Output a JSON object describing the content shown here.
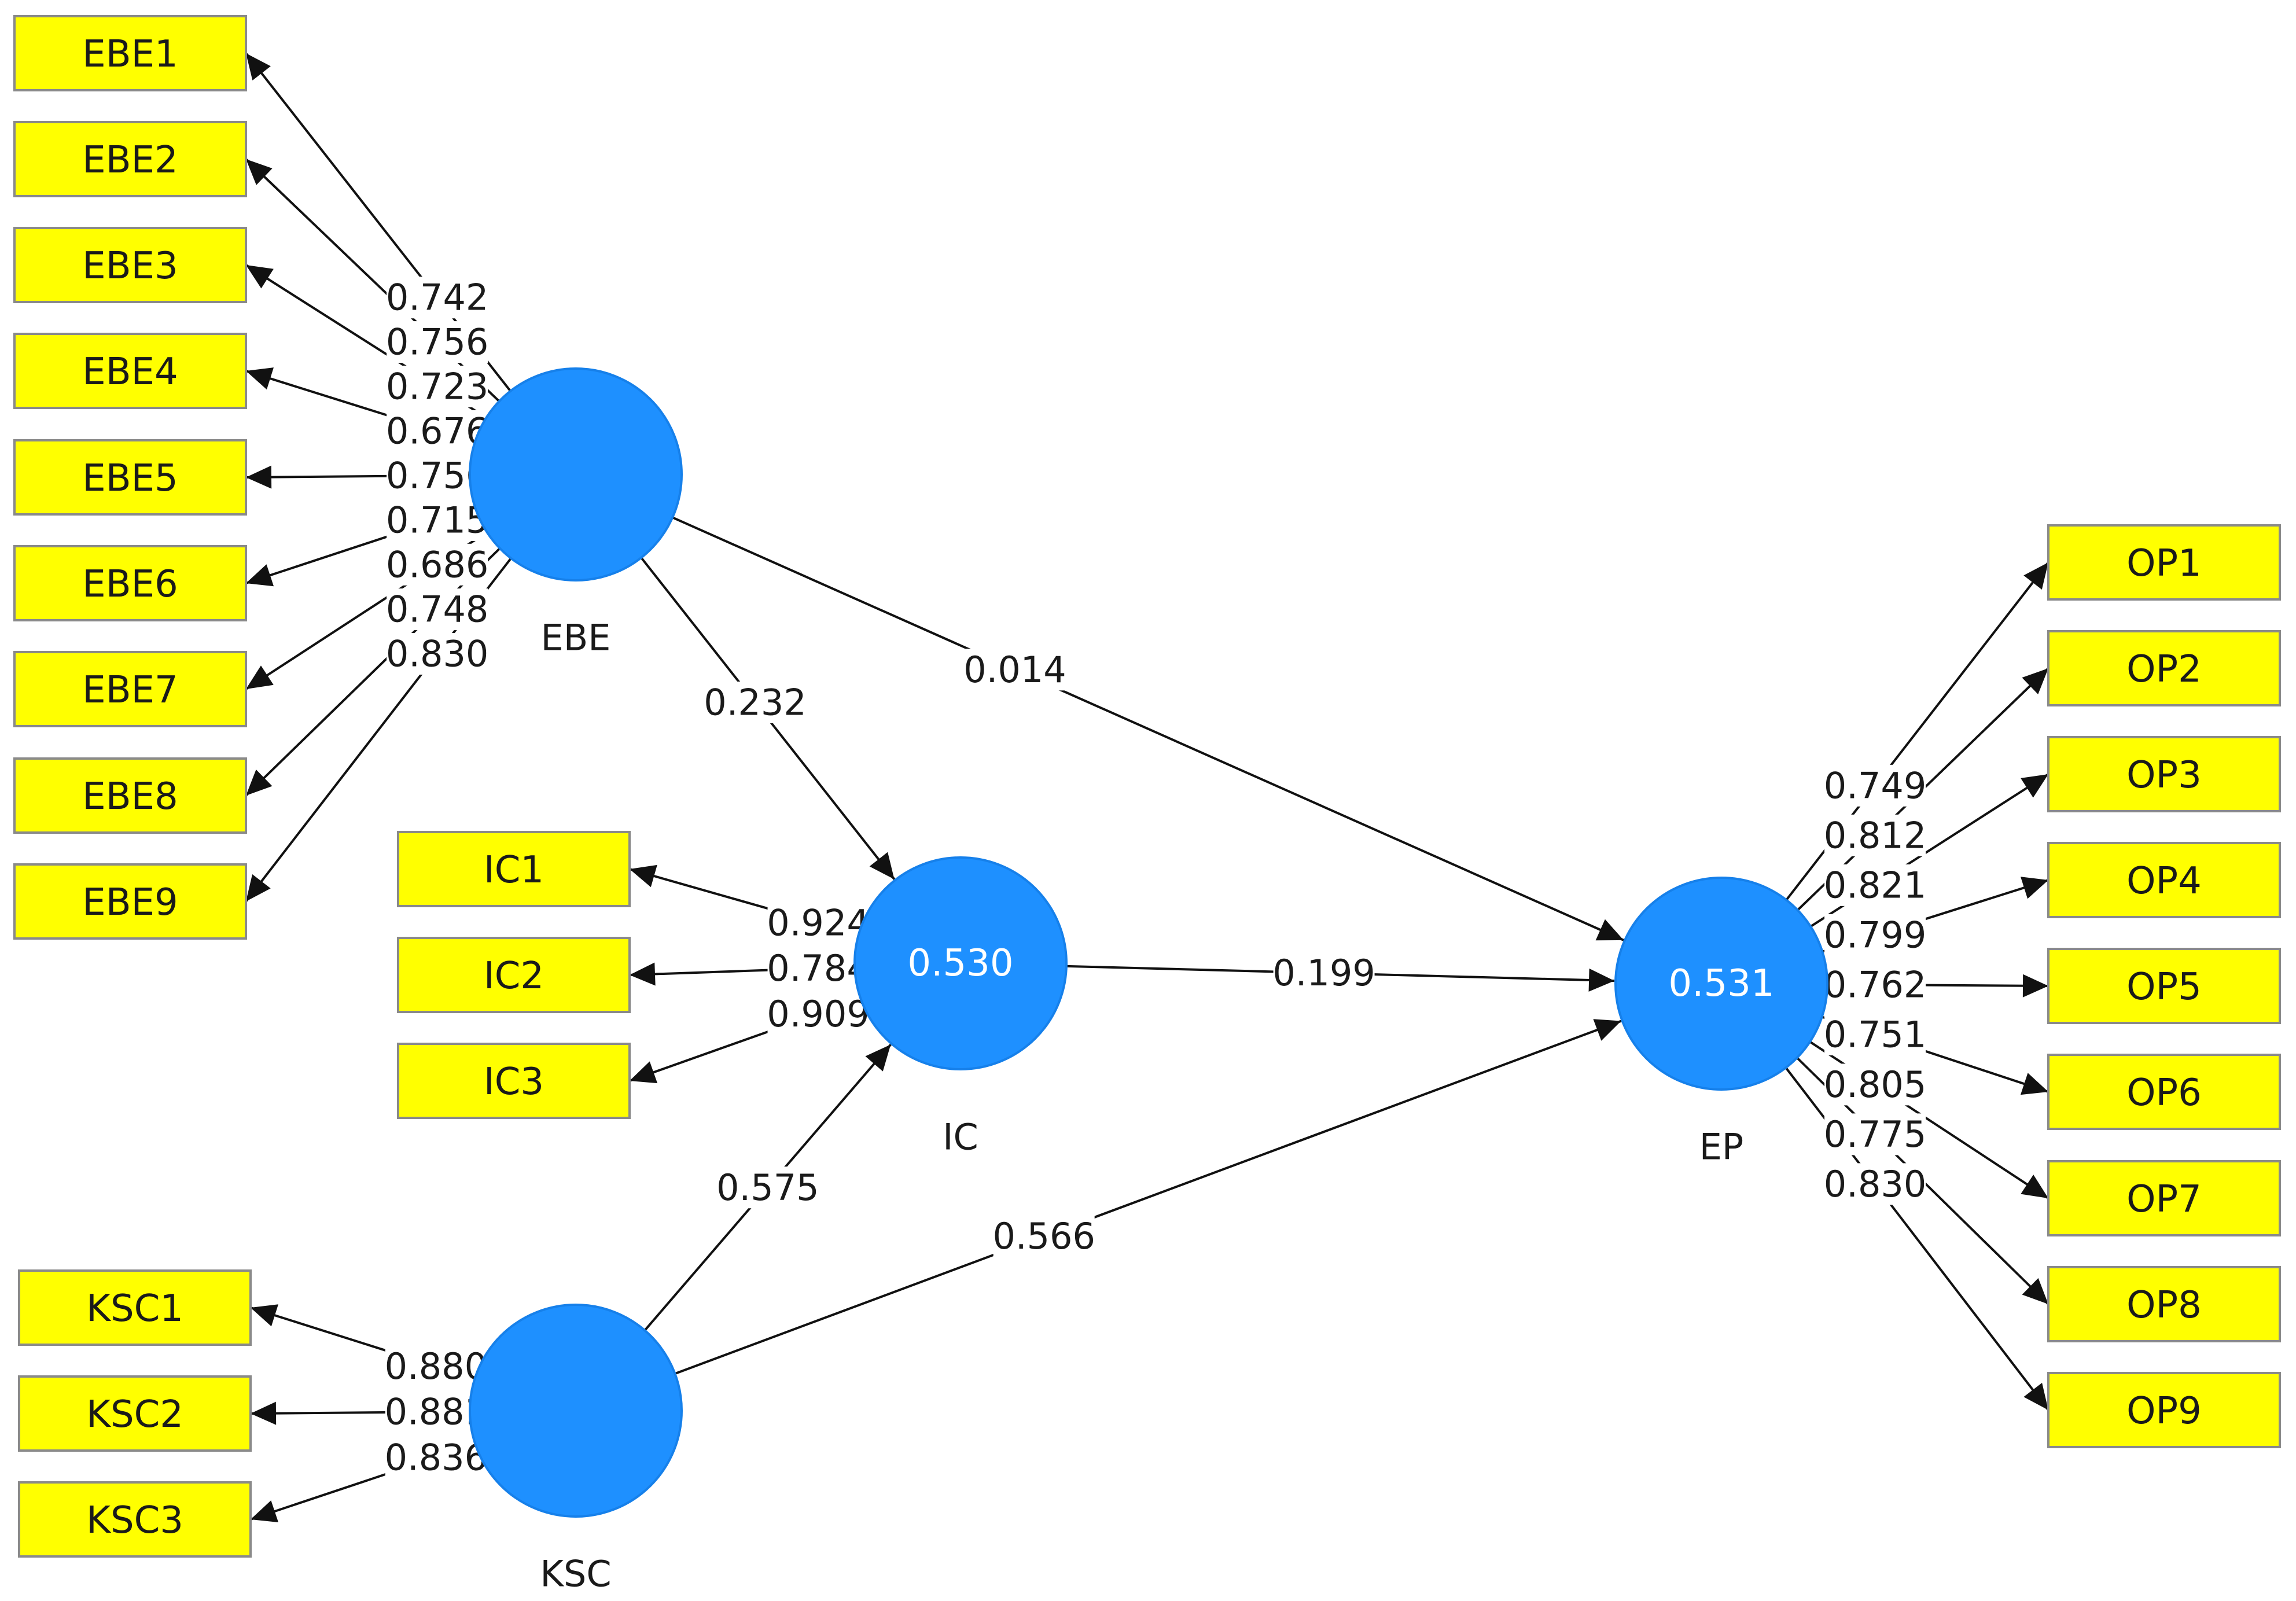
{
  "constructs": {
    "EBE": {
      "name": "EBE",
      "r2": ""
    },
    "IC": {
      "name": "IC",
      "r2": "0.530"
    },
    "EP": {
      "name": "EP",
      "r2": "0.531"
    },
    "KSC": {
      "name": "KSC",
      "r2": ""
    }
  },
  "indicators": {
    "EBE": [
      "EBE1",
      "EBE2",
      "EBE3",
      "EBE4",
      "EBE5",
      "EBE6",
      "EBE7",
      "EBE8",
      "EBE9"
    ],
    "IC": [
      "IC1",
      "IC2",
      "IC3"
    ],
    "KSC": [
      "KSC1",
      "KSC2",
      "KSC3"
    ],
    "EP": [
      "OP1",
      "OP2",
      "OP3",
      "OP4",
      "OP5",
      "OP6",
      "OP7",
      "OP8",
      "OP9"
    ]
  },
  "loadings": {
    "EBE": [
      "0.742",
      "0.756",
      "0.723",
      "0.676",
      "0.756",
      "0.715",
      "0.686",
      "0.748",
      "0.830"
    ],
    "IC": [
      "0.924",
      "0.784",
      "0.909"
    ],
    "KSC": [
      "0.880",
      "0.881",
      "0.836"
    ],
    "EP": [
      "0.749",
      "0.812",
      "0.821",
      "0.799",
      "0.762",
      "0.751",
      "0.805",
      "0.775",
      "0.830"
    ]
  },
  "paths": [
    {
      "from": "EBE",
      "to": "IC",
      "coef": "0.232"
    },
    {
      "from": "EBE",
      "to": "EP",
      "coef": "0.014"
    },
    {
      "from": "IC",
      "to": "EP",
      "coef": "0.199"
    },
    {
      "from": "KSC",
      "to": "IC",
      "coef": "0.575"
    },
    {
      "from": "KSC",
      "to": "EP",
      "coef": "0.566"
    }
  ],
  "colors": {
    "indicator_fill": "#ffff00",
    "construct_fill": "#1e90ff",
    "edge": "#111111"
  }
}
